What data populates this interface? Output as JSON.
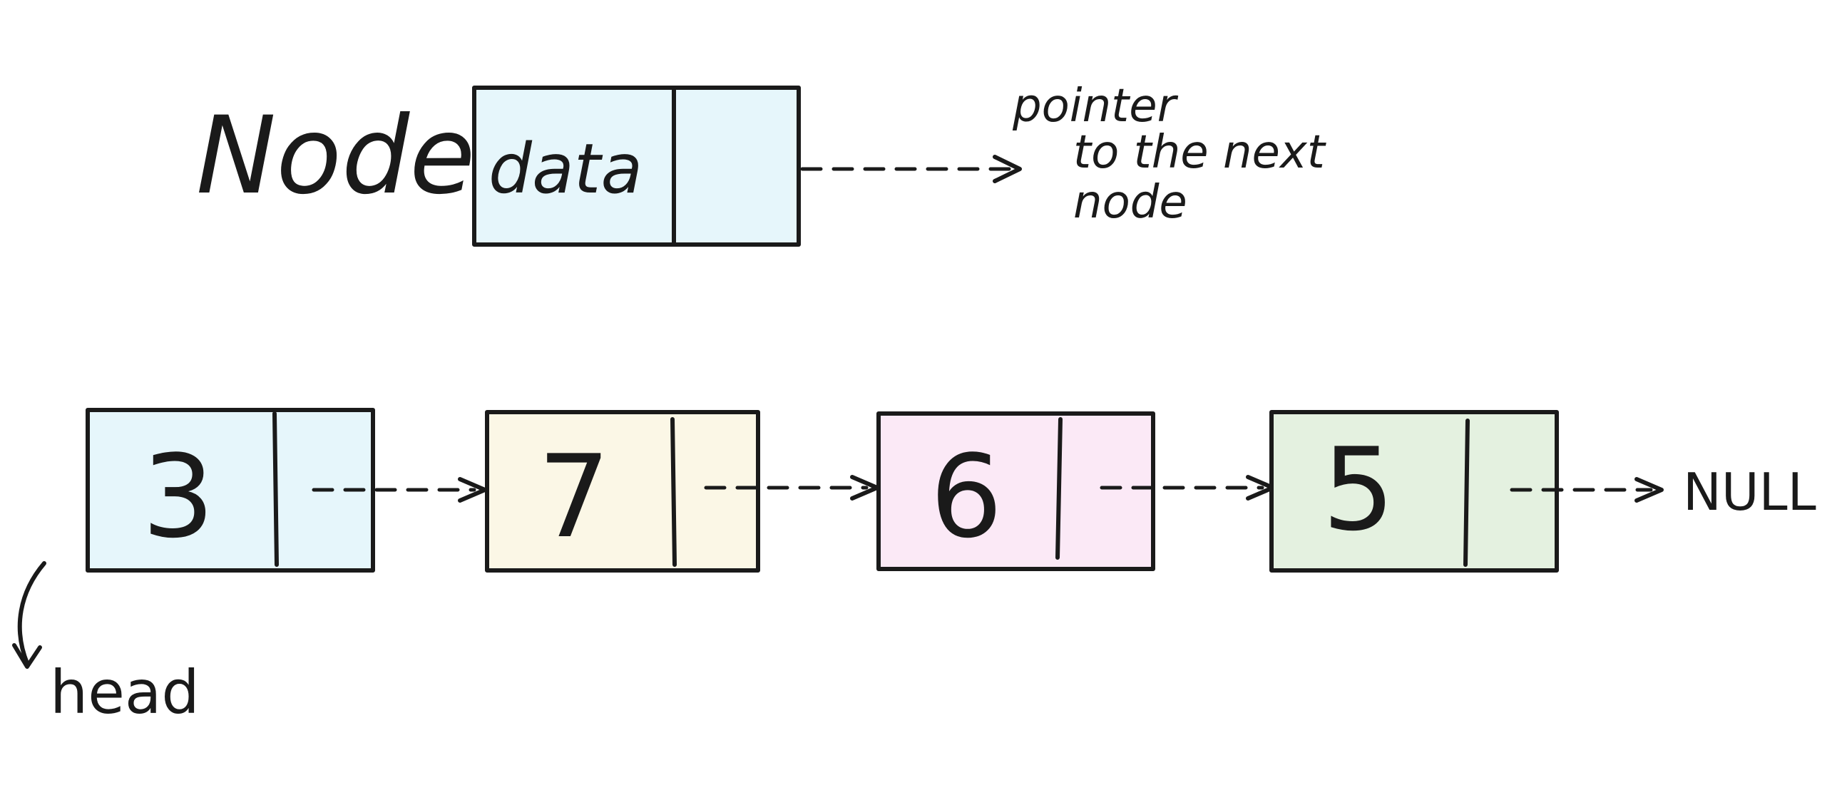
{
  "legend": {
    "title": "Node",
    "data_label": "data",
    "pointer_note": [
      "pointer",
      "to the next",
      "node"
    ],
    "fill": "#e6f6fb"
  },
  "list": {
    "nodes": [
      {
        "value": "3",
        "fill": "#e6f6fb"
      },
      {
        "value": "7",
        "fill": "#fbf7e6"
      },
      {
        "value": "6",
        "fill": "#fbe9f6"
      },
      {
        "value": "5",
        "fill": "#e4f1e0"
      }
    ],
    "terminal": "NULL",
    "head_label": "head"
  },
  "colors": {
    "ink": "#1a1a1a",
    "background": "#ffffff"
  }
}
